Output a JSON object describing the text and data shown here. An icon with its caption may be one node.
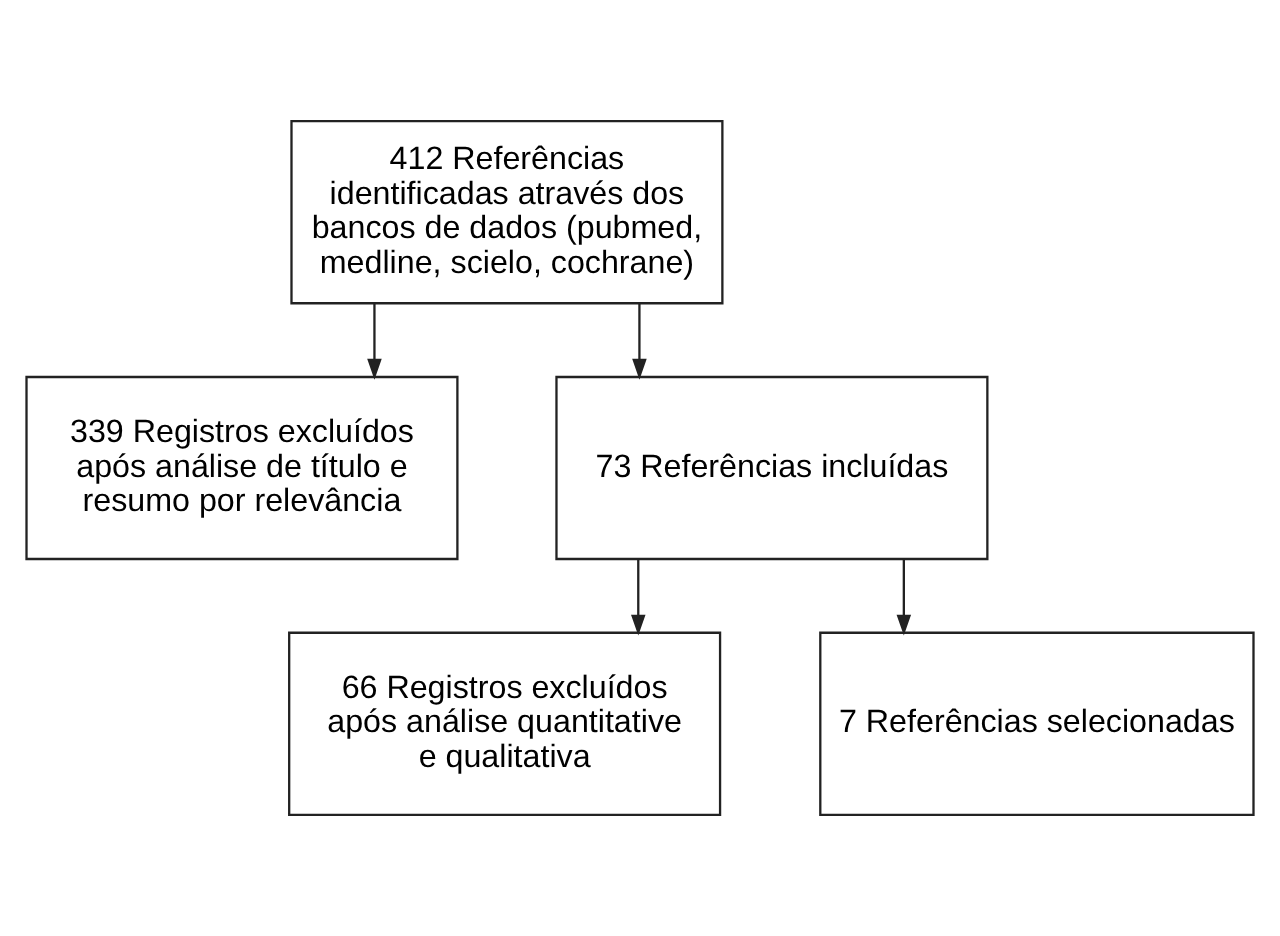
{
  "diagram": {
    "nodes": [
      {
        "text": [
          "412 Referências identificadas através dos bancos de dados (pubmed, medline, scielo, cochrane)"
        ]
      },
      {
        "text": [
          "339 Registros excluídos após análise de título e resumo por relevância"
        ]
      },
      {
        "text": [
          "73 Referências incluídas"
        ]
      },
      {
        "text": [
          "66 Registros excluídos após análise quantitative e qualitativa"
        ]
      },
      {
        "text": [
          "7 Referências selecionadas"
        ]
      }
    ],
    "edges": [
      {
        "from": 0,
        "to": 2,
        "arrow": "to"
      },
      {
        "from": 0,
        "to": 1,
        "arrow": "to"
      },
      {
        "from": 2,
        "to": 4,
        "arrow": "to"
      },
      {
        "from": 2,
        "to": 3,
        "arrow": "to"
      }
    ]
  }
}
